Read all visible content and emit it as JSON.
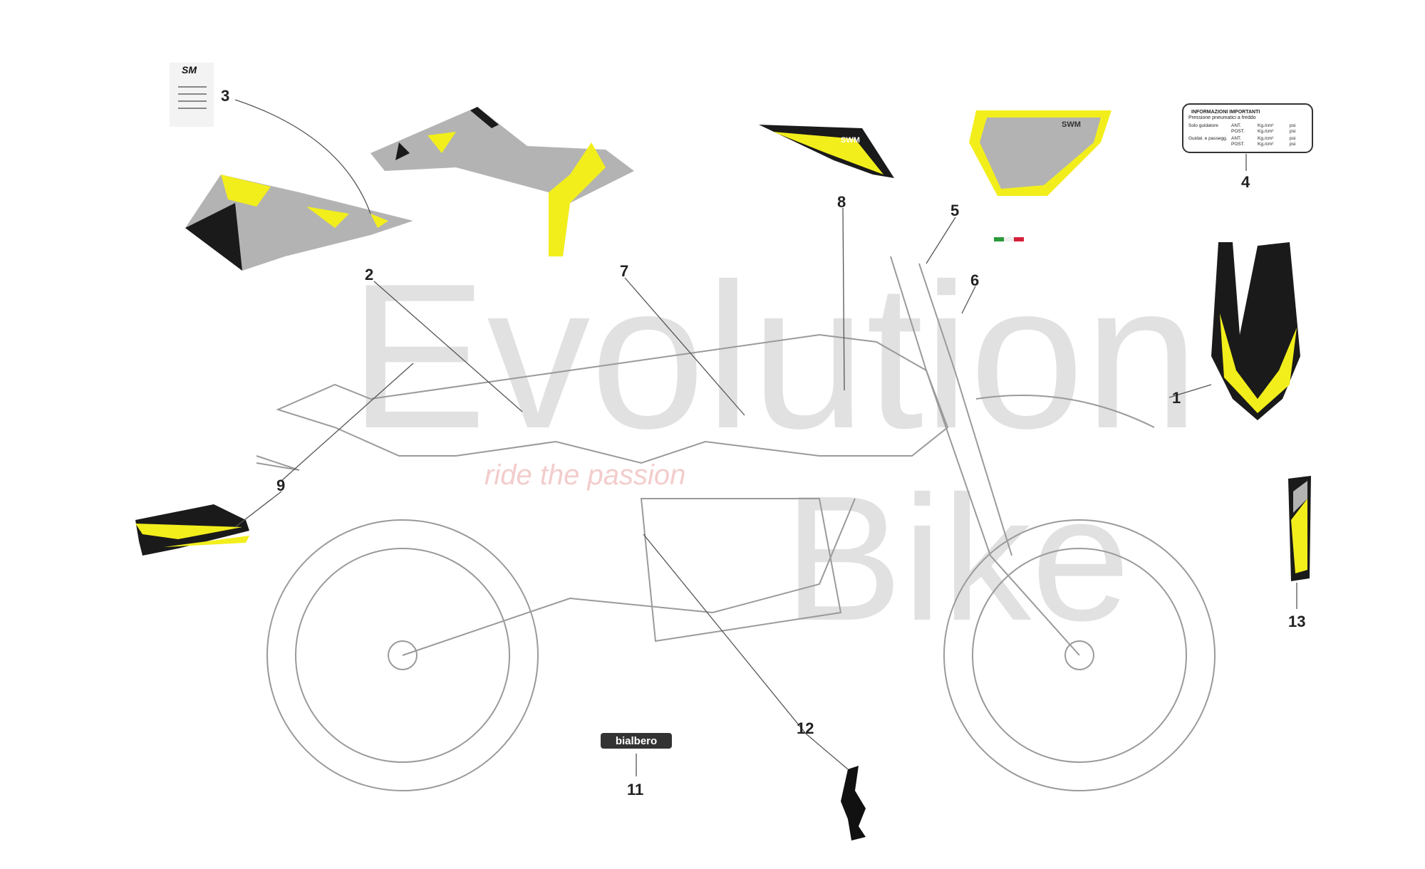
{
  "diagram": {
    "watermark": {
      "brand_line1": "Evolution",
      "brand_line2": "Bike",
      "tagline": "ride the passion"
    },
    "callouts": [
      "1",
      "2",
      "3",
      "4",
      "5",
      "6",
      "7",
      "8",
      "9",
      "11",
      "12",
      "13"
    ],
    "info_label": {
      "title": "INFORMAZIONI IMPORTANTI",
      "subtitle": "Pressione pneumatici a freddo",
      "rows": [
        {
          "rider": "Solo guidatore",
          "pos": "ANT.",
          "unit": "Kg./cm²",
          "unit2": "psi"
        },
        {
          "rider": "",
          "pos": "POST.",
          "unit": "Kg./cm²",
          "unit2": "psi"
        },
        {
          "rider": "Guidat. e passegg.",
          "pos": "ANT.",
          "unit": "Kg./cm²",
          "unit2": "psi"
        },
        {
          "rider": "",
          "pos": "POST.",
          "unit": "Kg./cm²",
          "unit2": "psi"
        }
      ]
    },
    "badge_text": "bialbero",
    "sticker_logo": "SM",
    "fairing_logo": "SWM",
    "colors": {
      "yellow": "#f2ee1c",
      "black": "#1a1a1a",
      "grey": "#b3b3b3",
      "line": "#9a9a9a"
    }
  }
}
